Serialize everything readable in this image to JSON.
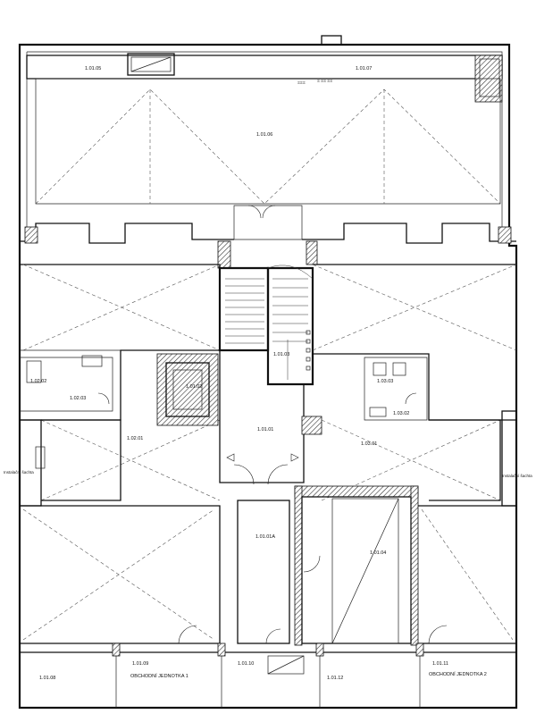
{
  "rooms": {
    "r10105": "1.01.05",
    "r10107": "1.01.07",
    "r10106": "1.01.06",
    "r10103": "1.01.03",
    "r10102": "1.01.02",
    "r10101": "1.01.01",
    "r10201": "1.02.01",
    "r10202": "1.02.02",
    "r10203": "1.02.03",
    "r10301": "1.03.01",
    "r10302": "1.03.02",
    "r10303": "1.03.03",
    "r10101a": "1.01.01A",
    "r10104": "1.01.04",
    "r10108": "1.01.08",
    "r10109": "1.01.09",
    "r10110": "1.01.10",
    "r10112": "1.01.12",
    "r10111": "1.01.11"
  },
  "labels": {
    "shop1": "OBCHODNÍ JEDNOTKA 1",
    "shop2": "OBCHODNÍ JEDNOTKA 2",
    "inst_left": "Instalační šachta",
    "inst_right": "Instalační šachta",
    "side_a": "ΞΞΞ",
    "side_b": "Ξ ΞΞ ΞΞ"
  }
}
